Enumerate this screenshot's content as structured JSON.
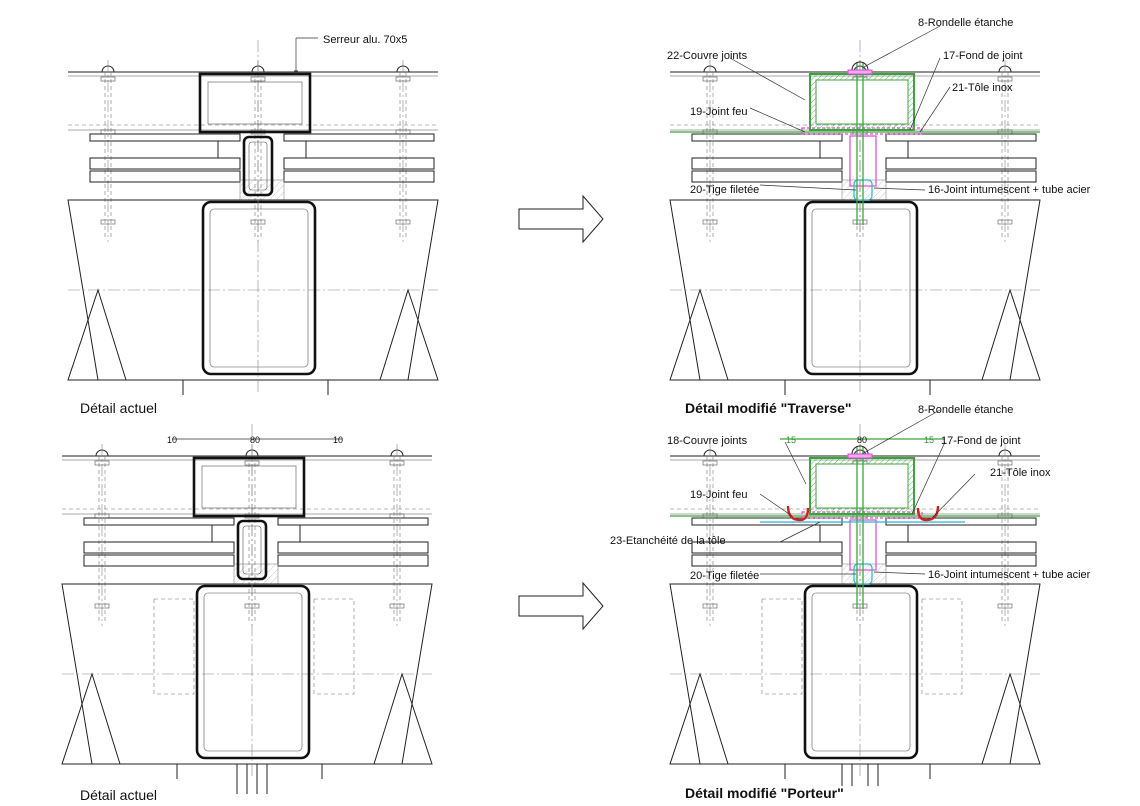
{
  "panels": {
    "top_left": {
      "caption": "Détail actuel",
      "labels": {
        "serreur": "Serreur alu. 70x5"
      }
    },
    "top_right": {
      "caption": "Détail modifié \"Traverse\"",
      "labels": {
        "l8": "8-Rondelle étanche",
        "l22": "22-Couvre joints",
        "l17": "17-Fond de joint",
        "l21": "21-Tôle inox",
        "l19": "19-Joint feu",
        "l20": "20-Tige filetée",
        "l16": "16-Joint intumescent + tube acier"
      }
    },
    "bottom_left": {
      "caption": "Détail actuel",
      "dims": {
        "d1": "10",
        "d2": "80",
        "d3": "10"
      }
    },
    "bottom_right": {
      "caption": "Détail modifié \"Porteur\"",
      "labels": {
        "l8": "8-Rondelle étanche",
        "l18": "18-Couvre joints",
        "l17": "17-Fond de joint",
        "l21": "21-Tôle inox",
        "l19": "19-Joint feu",
        "l23": "23-Etanchéité  de la tôle",
        "l20": "20-Tige filetée",
        "l16": "16-Joint intumescent + tube acier"
      },
      "dims": {
        "d1": "15",
        "d2": "80",
        "d3": "15"
      }
    }
  },
  "colors": {
    "line": "#222222",
    "green": "#3aa63a",
    "magenta": "#d94ad9",
    "cyan": "#27b5d0",
    "red": "#d42020"
  }
}
